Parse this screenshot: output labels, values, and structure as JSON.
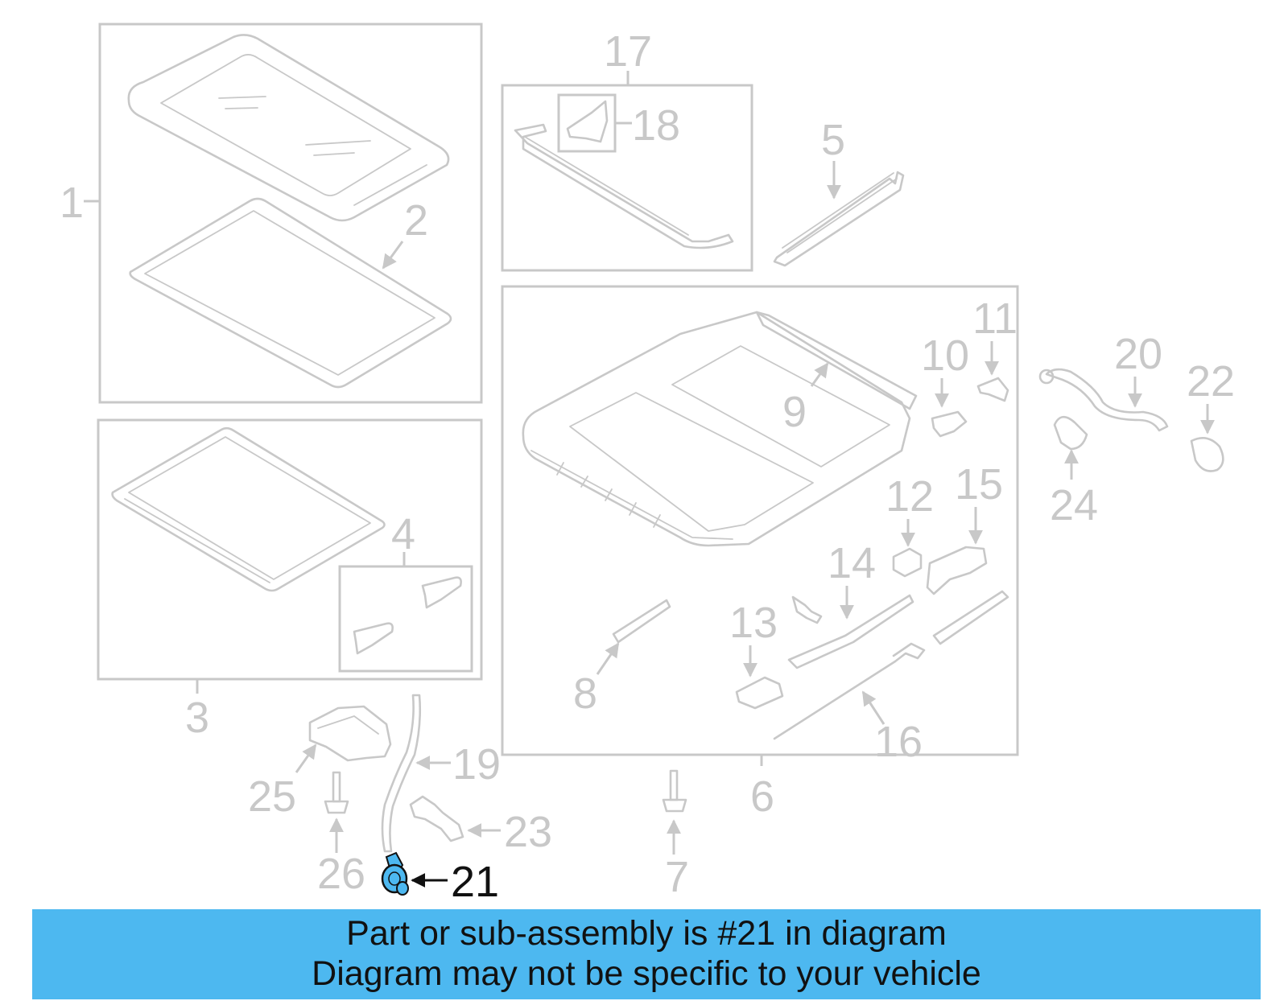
{
  "callouts": {
    "c1": "1",
    "c2": "2",
    "c3": "3",
    "c4": "4",
    "c5": "5",
    "c6": "6",
    "c7": "7",
    "c8": "8",
    "c9": "9",
    "c10": "10",
    "c11": "11",
    "c12": "12",
    "c13": "13",
    "c14": "14",
    "c15": "15",
    "c16": "16",
    "c17": "17",
    "c18": "18",
    "c19": "19",
    "c20": "20",
    "c21": "21",
    "c22": "22",
    "c23": "23",
    "c24": "24",
    "c25": "25",
    "c26": "26"
  },
  "highlight": {
    "part": "21",
    "color": "#4db8f0"
  },
  "banner": {
    "line1": "Part or sub-assembly is #21 in diagram",
    "line2": "Diagram may not be specific to your vehicle",
    "background": "#4db8f0"
  }
}
